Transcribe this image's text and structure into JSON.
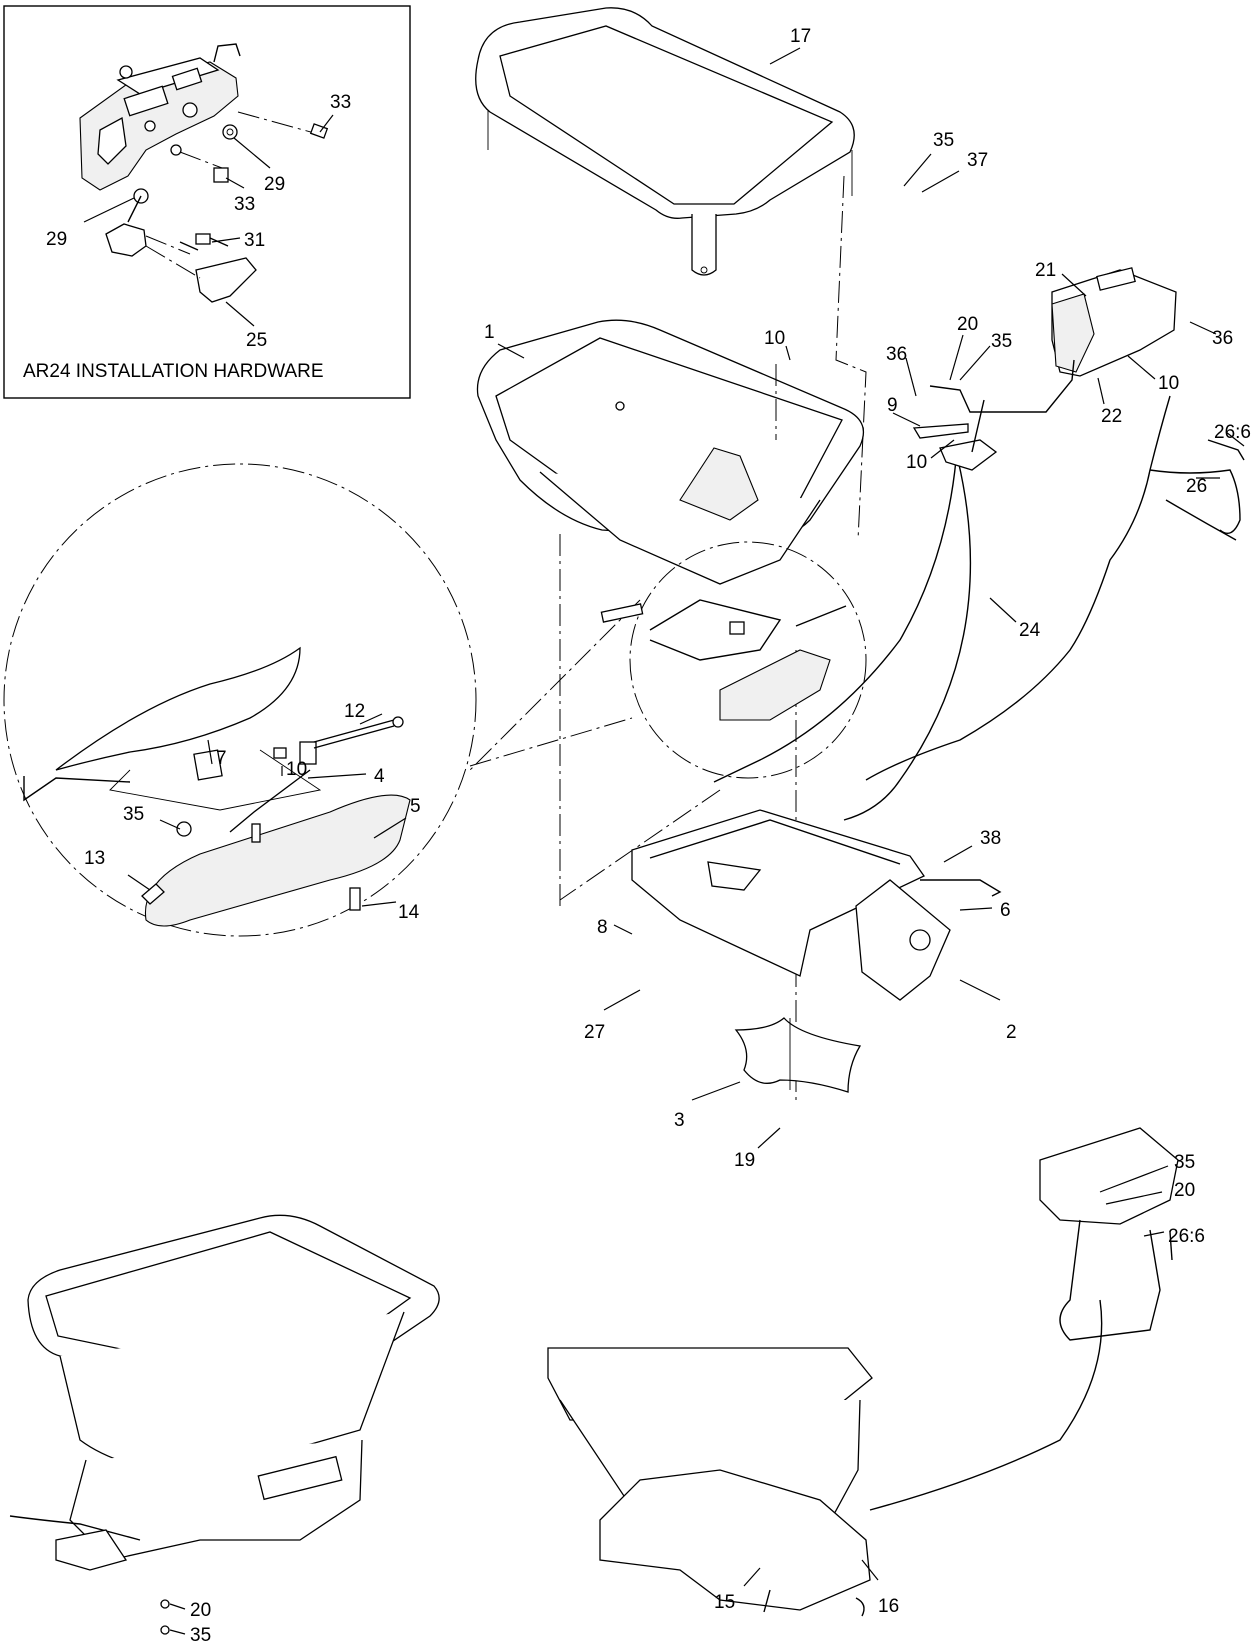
{
  "inset": {
    "caption": "AR24 INSTALLATION HARDWARE",
    "callouts": [
      "33",
      "29",
      "33",
      "29",
      "31",
      "25"
    ]
  },
  "callouts": {
    "c17": "17",
    "c35a": "35",
    "c37": "37",
    "c21": "21",
    "c36a": "36",
    "c1": "1",
    "c10a": "10",
    "c20a": "20",
    "c35b": "35",
    "c36b": "36",
    "c9": "9",
    "c10b": "10",
    "c22": "22",
    "c10c": "10",
    "c26": "26",
    "c266a": "26:6",
    "c24": "24",
    "c12": "12",
    "c7": "7",
    "c10d": "10",
    "c4": "4",
    "c5": "5",
    "c35c": "35",
    "c13": "13",
    "c14": "14",
    "c38": "38",
    "c6": "6",
    "c8": "8",
    "c27": "27",
    "c2": "2",
    "c3": "3",
    "c19": "19",
    "c35d": "35",
    "c20b": "20",
    "c266b": "26:6",
    "c15": "15",
    "c16": "16",
    "c20c": "20",
    "c35e": "35"
  }
}
